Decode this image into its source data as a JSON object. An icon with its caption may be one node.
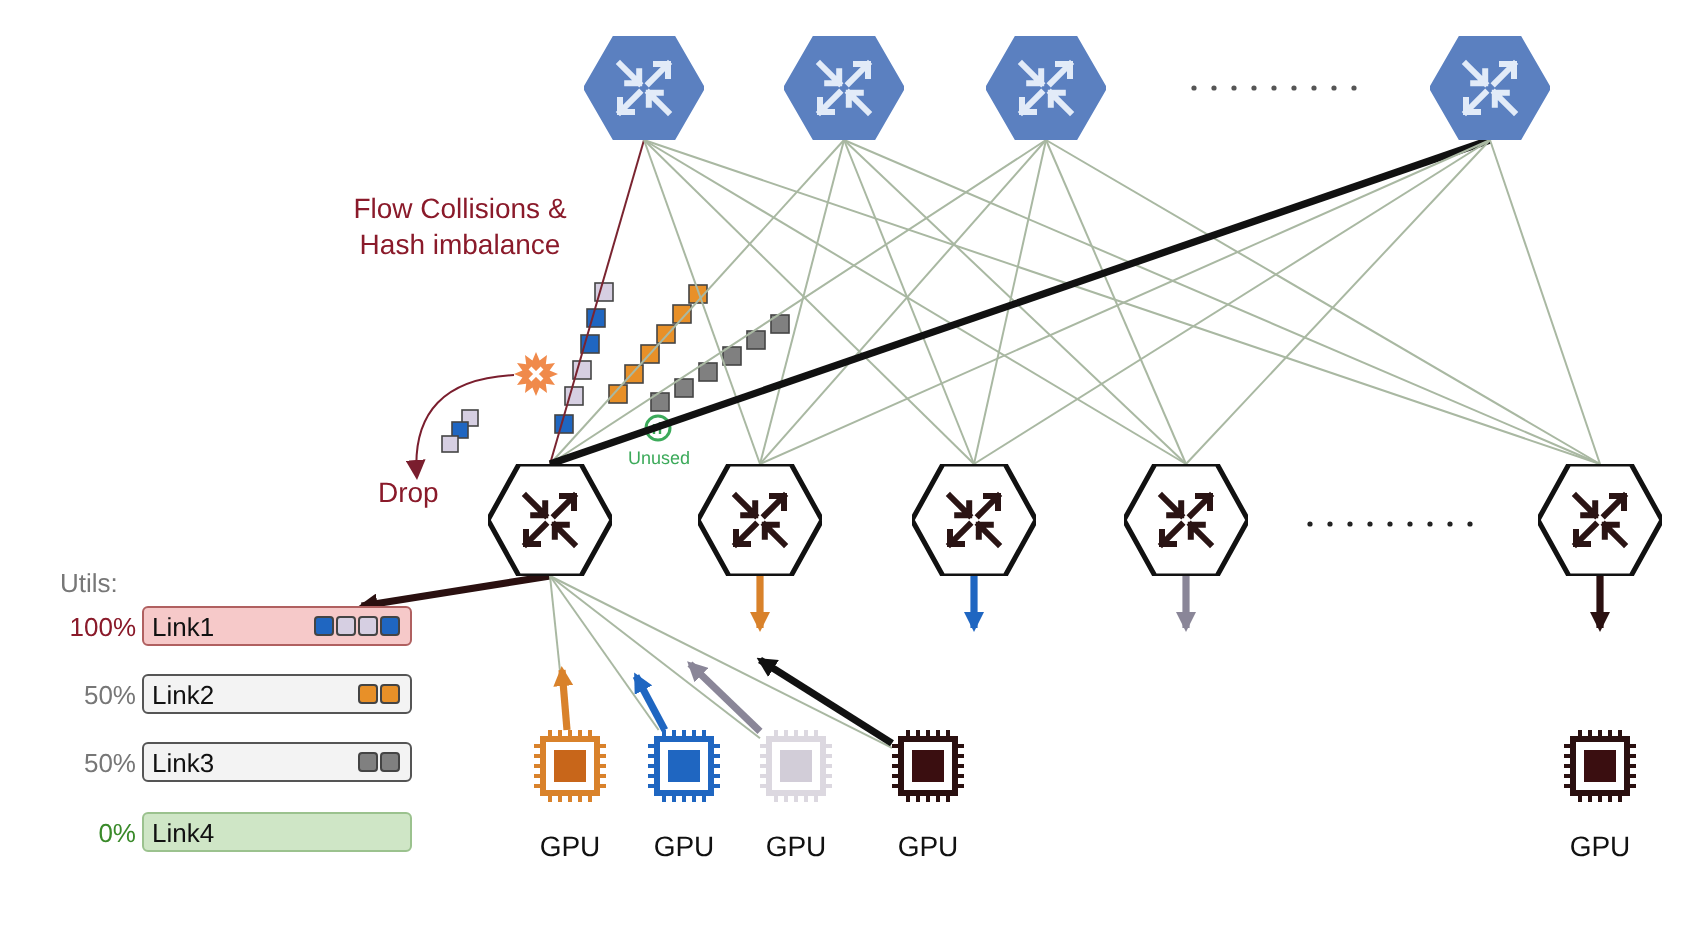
{
  "diagram": {
    "nodes": [
      {
        "text": [],
        "shape": "hexagon"
      },
      {
        "text": [],
        "shape": "hexagon"
      },
      {
        "text": [],
        "shape": "hexagon"
      },
      {
        "text": [],
        "shape": "hexagon"
      },
      {
        "text": [],
        "shape": "hexagon"
      },
      {
        "text": [],
        "shape": "hexagon"
      },
      {
        "text": [],
        "shape": "hexagon"
      },
      {
        "text": [],
        "shape": "hexagon"
      },
      {
        "text": [],
        "shape": "hexagon"
      },
      {
        "text": [
          "GPU"
        ]
      },
      {
        "text": [
          "GPU"
        ]
      },
      {
        "text": [
          "GPU"
        ]
      },
      {
        "text": [
          "GPU"
        ]
      },
      {
        "text": [
          "GPU"
        ]
      },
      {
        "text": [],
        "shape": "picture"
      },
      {
        "text": [
          "Drop"
        ]
      },
      {
        "text": [
          "Link1"
        ],
        "beside": [
          "100%"
        ]
      },
      {
        "text": [
          "Link2"
        ],
        "beside": [
          "50%"
        ]
      },
      {
        "text": [
          "Link3"
        ],
        "beside": [
          "50%"
        ]
      },
      {
        "text": [
          "Link4"
        ],
        "beside": [
          "0%"
        ]
      }
    ],
    "edges": [
      {
        "from": 0,
        "to": 4,
        "arrow": "none",
        "color": "#7a2430"
      },
      {
        "from": 0,
        "to": 5,
        "arrow": "none"
      },
      {
        "from": 0,
        "to": 6,
        "arrow": "none"
      },
      {
        "from": 0,
        "to": 7,
        "arrow": "none"
      },
      {
        "from": 0,
        "to": 8,
        "arrow": "none"
      },
      {
        "from": 1,
        "to": 4,
        "arrow": "none"
      },
      {
        "from": 1,
        "to": 5,
        "arrow": "none"
      },
      {
        "from": 1,
        "to": 6,
        "arrow": "none"
      },
      {
        "from": 1,
        "to": 7,
        "arrow": "none"
      },
      {
        "from": 1,
        "to": 8,
        "arrow": "none"
      },
      {
        "from": 2,
        "to": 4,
        "arrow": "none"
      },
      {
        "from": 2,
        "to": 5,
        "arrow": "none"
      },
      {
        "from": 2,
        "to": 6,
        "arrow": "none"
      },
      {
        "from": 2,
        "to": 7,
        "arrow": "none"
      },
      {
        "from": 2,
        "to": 8,
        "arrow": "none"
      },
      {
        "from": 3,
        "to": 4,
        "arrow": "none",
        "color": "#111111",
        "style": "thick"
      },
      {
        "from": 3,
        "to": 5,
        "arrow": "none"
      },
      {
        "from": 3,
        "to": 6,
        "arrow": "none"
      },
      {
        "from": 3,
        "to": 7,
        "arrow": "none"
      },
      {
        "from": 3,
        "to": 8,
        "arrow": "none"
      },
      {
        "from": 4,
        "to": 16,
        "arrow": "to",
        "color": "#2a1010",
        "style": "thick"
      },
      {
        "from": 5,
        "to": null,
        "arrow": "to",
        "color": "#d9822b",
        "style": "thick"
      },
      {
        "from": 6,
        "to": null,
        "arrow": "to",
        "color": "#1f66c1",
        "style": "thick"
      },
      {
        "from": 7,
        "to": null,
        "arrow": "to",
        "color": "#8a8698",
        "style": "thick"
      },
      {
        "from": 8,
        "to": null,
        "arrow": "to",
        "color": "#2a1010",
        "style": "thick"
      },
      {
        "from": 4,
        "to": 9,
        "arrow": "none"
      },
      {
        "from": 4,
        "to": 10,
        "arrow": "none"
      },
      {
        "from": 4,
        "to": 11,
        "arrow": "none"
      },
      {
        "from": 4,
        "to": 12,
        "arrow": "none"
      },
      {
        "from": 9,
        "to": null,
        "arrow": "to",
        "color": "#d9822b",
        "style": "thick"
      },
      {
        "from": 10,
        "to": null,
        "arrow": "to",
        "color": "#1f66c1",
        "style": "thick"
      },
      {
        "from": 11,
        "to": null,
        "arrow": "to",
        "color": "#8a8698",
        "style": "thick"
      },
      {
        "from": 12,
        "to": null,
        "arrow": "to",
        "color": "#111111",
        "style": "thick"
      },
      {
        "from": 14,
        "to": 15,
        "arrow": "to",
        "color": "#7a1e2e"
      }
    ],
    "labels": [
      "Flow Collisions & Hash imbalance",
      "Unused",
      "Utils:"
    ]
  }
}
